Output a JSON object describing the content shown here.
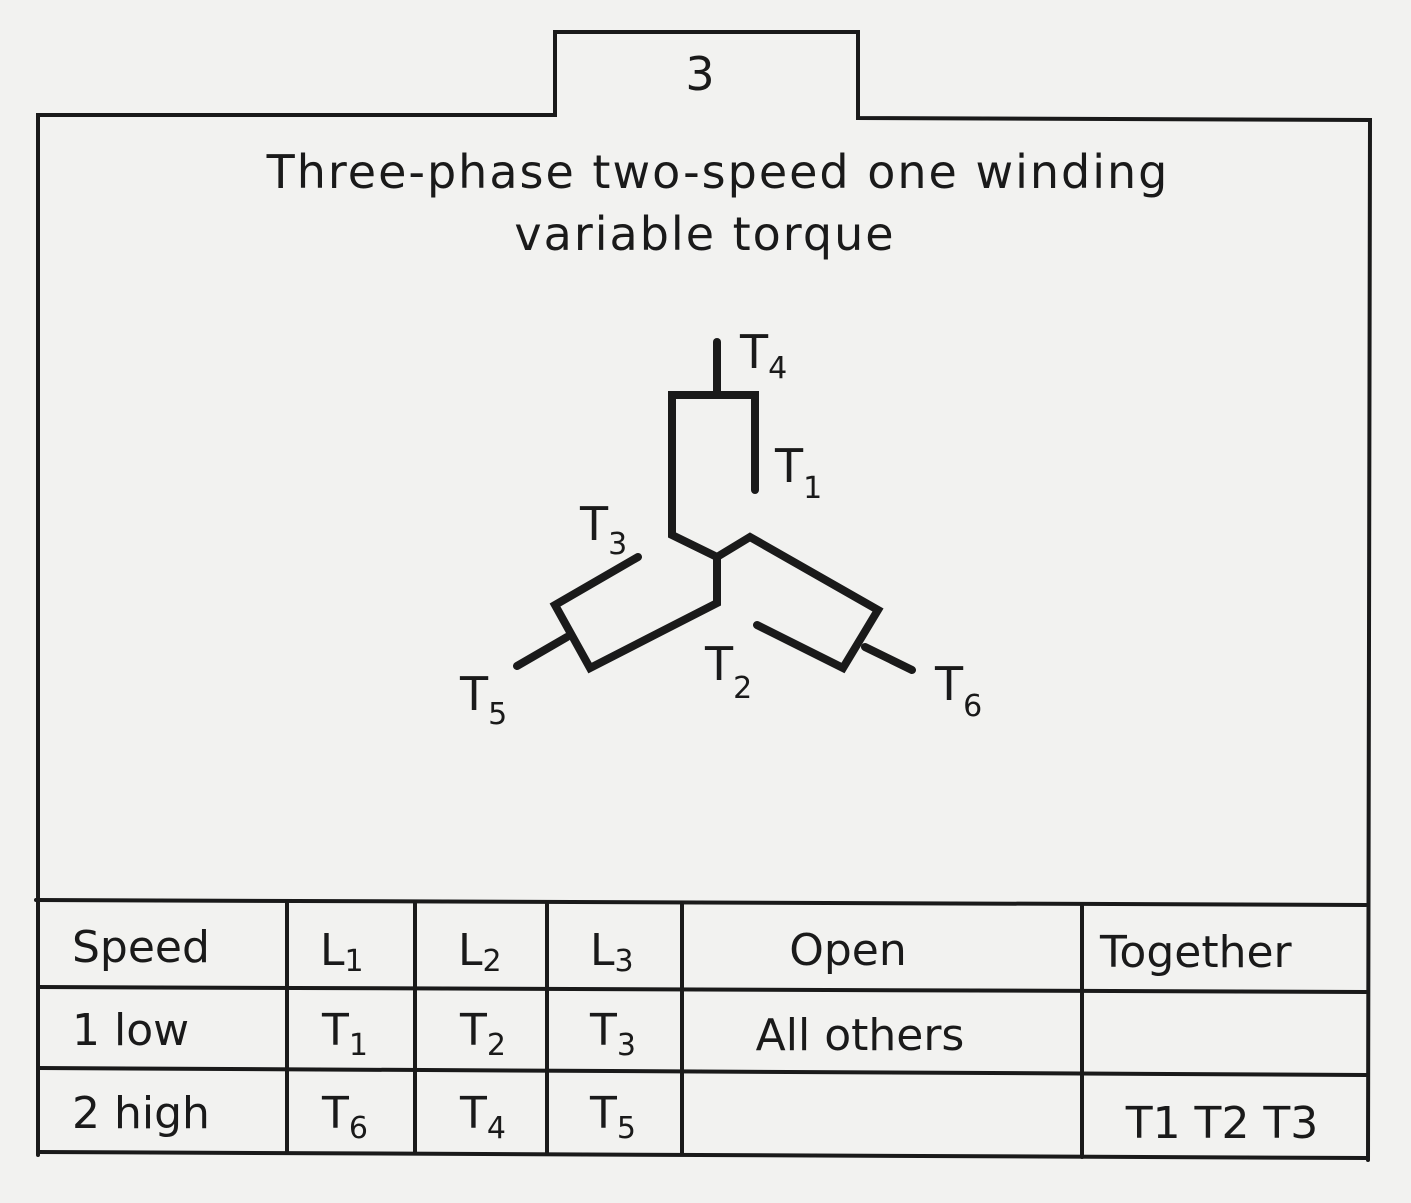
{
  "tab_number": "3",
  "title": {
    "line1": "Three-phase two-speed one winding",
    "line2": "variable torque"
  },
  "diagram": {
    "labels": [
      {
        "id": "T4",
        "main": "T",
        "sub": "4"
      },
      {
        "id": "T1",
        "main": "T",
        "sub": "1"
      },
      {
        "id": "T3",
        "main": "T",
        "sub": "3"
      },
      {
        "id": "T2",
        "main": "T",
        "sub": "2"
      },
      {
        "id": "T5",
        "main": "T",
        "sub": "5"
      },
      {
        "id": "T6",
        "main": "T",
        "sub": "6"
      }
    ]
  },
  "table": {
    "headers": [
      {
        "main": "Speed",
        "sub": ""
      },
      {
        "main": "L",
        "sub": "1"
      },
      {
        "main": "L",
        "sub": "2"
      },
      {
        "main": "L",
        "sub": "3"
      },
      {
        "main": "Open",
        "sub": ""
      },
      {
        "main": "Together",
        "sub": ""
      }
    ],
    "rows": [
      {
        "speed": "1 low",
        "l1": {
          "main": "T",
          "sub": "1"
        },
        "l2": {
          "main": "T",
          "sub": "2"
        },
        "l3": {
          "main": "T",
          "sub": "3"
        },
        "open": "All others",
        "together": ""
      },
      {
        "speed": "2 high",
        "l1": {
          "main": "T",
          "sub": "6"
        },
        "l2": {
          "main": "T",
          "sub": "4"
        },
        "l3": {
          "main": "T",
          "sub": "5"
        },
        "open": "",
        "together": "T1 T2 T3",
        "together_parts": [
          {
            "main": "T",
            "sub": "1"
          },
          {
            "main": "T",
            "sub": "2"
          },
          {
            "main": "T",
            "sub": "3"
          }
        ]
      }
    ]
  }
}
